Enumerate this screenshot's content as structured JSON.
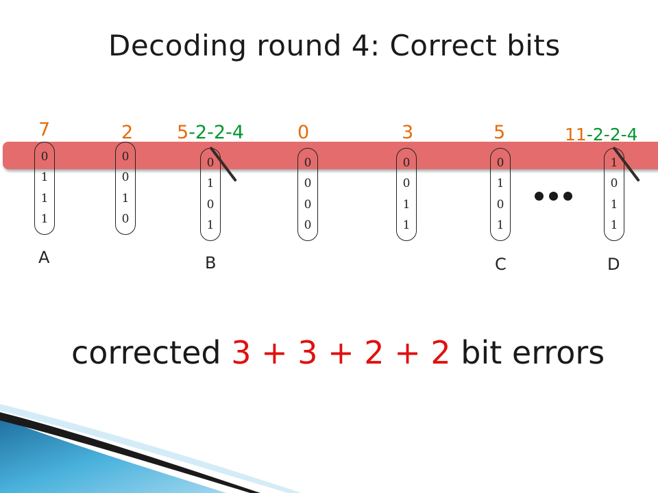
{
  "title": "Decoding round 4: Correct bits",
  "columns": [
    {
      "label": "A",
      "bits": [
        "0",
        "1",
        "1",
        "1"
      ],
      "count": [
        {
          "text": "7",
          "color": "orange"
        }
      ]
    },
    {
      "label": "",
      "bits": [
        "0",
        "0",
        "1",
        "0"
      ],
      "count": [
        {
          "text": "2",
          "color": "orange"
        }
      ]
    },
    {
      "label": "B",
      "bits": [
        "0",
        "1",
        "0",
        "1"
      ],
      "count": [
        {
          "text": "5",
          "color": "orange"
        },
        {
          "text": "-2-2-4",
          "color": "green"
        }
      ]
    },
    {
      "label": "",
      "bits": [
        "0",
        "0",
        "0",
        "0"
      ],
      "count": [
        {
          "text": "0",
          "color": "orange"
        }
      ]
    },
    {
      "label": "",
      "bits": [
        "0",
        "0",
        "1",
        "1"
      ],
      "count": [
        {
          "text": "3",
          "color": "orange"
        }
      ]
    },
    {
      "label": "C",
      "bits": [
        "0",
        "1",
        "0",
        "1"
      ],
      "count": [
        {
          "text": "5",
          "color": "orange"
        }
      ]
    },
    {
      "label": "D",
      "bits": [
        "1",
        "0",
        "1",
        "1"
      ],
      "count": [
        {
          "text": "11",
          "color": "orange"
        },
        {
          "text": "-2-2-4",
          "color": "green"
        }
      ]
    }
  ],
  "ellipsis": "...",
  "summary": {
    "prefix": "corrected ",
    "expression": "3 + 3 + 2 + 2",
    "suffix": " bit errors"
  },
  "colors": {
    "band": "#e46c6c",
    "count_orange": "#e36c0a",
    "count_green": "#00962f",
    "summary_red": "#e01010",
    "deco_blue": "#3a9fd0"
  }
}
